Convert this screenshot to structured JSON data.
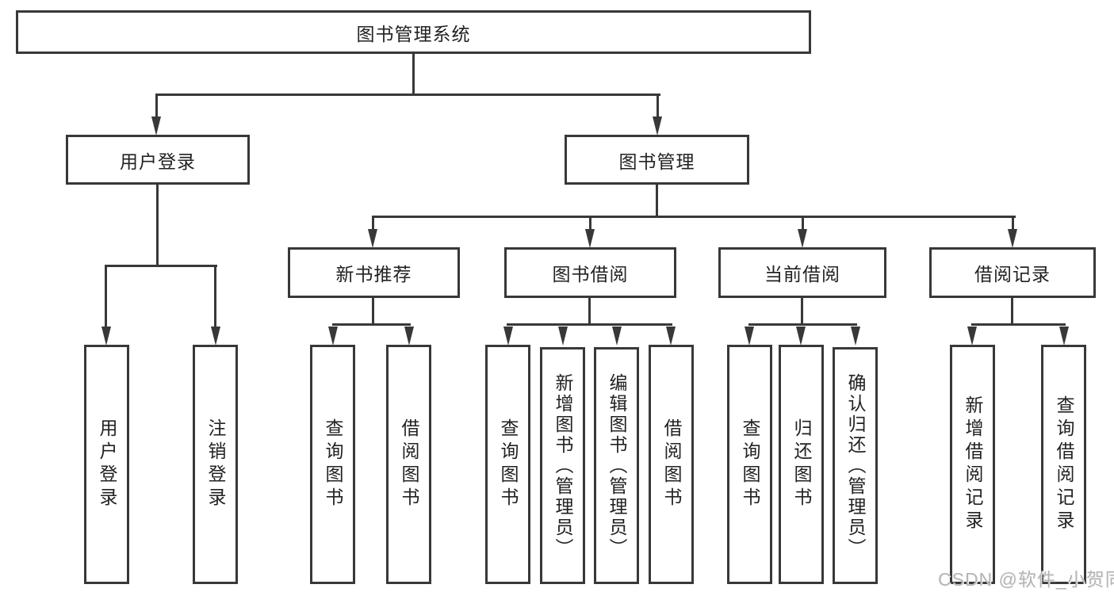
{
  "diagram": {
    "title": "图书管理系统",
    "type": "hierarchy-tree",
    "colors": {
      "line": "#383838",
      "box_border": "#383838",
      "text": "#222222",
      "watermark": "#b5b5b5",
      "background": "#ffffff"
    },
    "nodes": {
      "root": {
        "label": "图书管理系统"
      },
      "user-login": {
        "label": "用户登录"
      },
      "book-management": {
        "label": "图书管理"
      },
      "new-book-recommend": {
        "label": "新书推荐"
      },
      "book-borrowing": {
        "label": "图书借阅"
      },
      "current-borrowing": {
        "label": "当前借阅"
      },
      "borrowing-records": {
        "label": "借阅记录"
      },
      "leaf-user-login": {
        "label": "用户登录"
      },
      "leaf-logout": {
        "label": "注销登录"
      },
      "leaf-query-book-a": {
        "label": "查询图书"
      },
      "leaf-borrow-book-a": {
        "label": "借阅图书"
      },
      "leaf-query-book-b": {
        "label": "查询图书"
      },
      "leaf-add-book": {
        "label": "新增图书（管理员）"
      },
      "leaf-edit-book": {
        "label": "编辑图书（管理员）"
      },
      "leaf-borrow-book-b": {
        "label": "借阅图书"
      },
      "leaf-query-book-c": {
        "label": "查询图书"
      },
      "leaf-return-book": {
        "label": "归还图书"
      },
      "leaf-confirm-return": {
        "label": "确认归还（管理员）"
      },
      "leaf-add-borrow-record": {
        "label": "新增借阅记录"
      },
      "leaf-query-borrow-record": {
        "label": "查询借阅记录"
      }
    },
    "edges": [
      [
        "root",
        "user-login"
      ],
      [
        "root",
        "book-management"
      ],
      [
        "user-login",
        "leaf-user-login"
      ],
      [
        "user-login",
        "leaf-logout"
      ],
      [
        "book-management",
        "new-book-recommend"
      ],
      [
        "book-management",
        "book-borrowing"
      ],
      [
        "book-management",
        "current-borrowing"
      ],
      [
        "book-management",
        "borrowing-records"
      ],
      [
        "new-book-recommend",
        "leaf-query-book-a"
      ],
      [
        "new-book-recommend",
        "leaf-borrow-book-a"
      ],
      [
        "book-borrowing",
        "leaf-query-book-b"
      ],
      [
        "book-borrowing",
        "leaf-add-book"
      ],
      [
        "book-borrowing",
        "leaf-edit-book"
      ],
      [
        "book-borrowing",
        "leaf-borrow-book-b"
      ],
      [
        "current-borrowing",
        "leaf-query-book-c"
      ],
      [
        "current-borrowing",
        "leaf-return-book"
      ],
      [
        "current-borrowing",
        "leaf-confirm-return"
      ],
      [
        "borrowing-records",
        "leaf-add-borrow-record"
      ],
      [
        "borrowing-records",
        "leaf-query-borrow-record"
      ]
    ],
    "watermark": {
      "text": "CSDN @软件_小贺同学"
    }
  }
}
